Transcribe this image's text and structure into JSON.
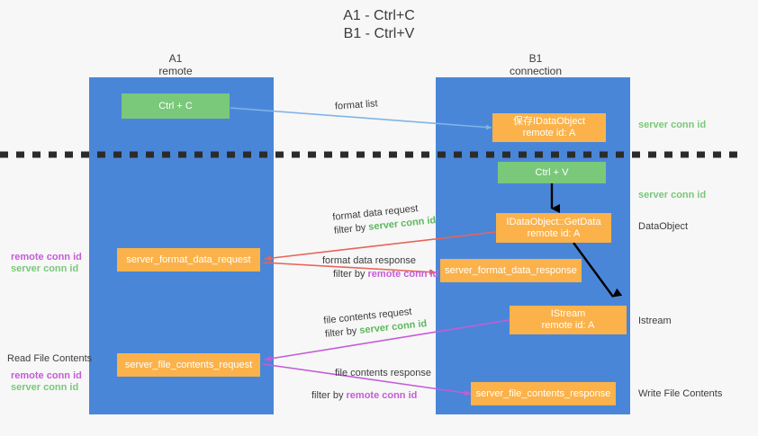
{
  "title": {
    "line1": "A1 - Ctrl+C",
    "line2": "B1 - Ctrl+V"
  },
  "columns": [
    {
      "name": "A1",
      "role": "remote"
    },
    {
      "name": "B1",
      "role": "connection"
    }
  ],
  "boxes": {
    "ctrl_c": {
      "label": "Ctrl + C"
    },
    "save_idataobject": {
      "line1": "保存IDataObject",
      "line2": "remote id: A"
    },
    "ctrl_v": {
      "label": "Ctrl + V"
    },
    "getdata": {
      "line1": "IDataObject::GetData",
      "line2": "remote id: A"
    },
    "istream": {
      "line1": "IStream",
      "line2": "remote id: A"
    },
    "server_format_data_request": {
      "label": "server_format_data_request"
    },
    "server_format_data_response": {
      "label": "server_format_data_response"
    },
    "server_file_contents_request": {
      "label": "server_file_contents_request"
    },
    "server_file_contents_response": {
      "label": "server_file_contents_response"
    }
  },
  "edges": {
    "format_list": {
      "label": "format list"
    },
    "format_data_request": {
      "line1": "format data request",
      "filter_prefix": "filter by ",
      "filter_key": "server conn id"
    },
    "format_data_response": {
      "line1": "format data response",
      "filter_prefix": "filter by ",
      "filter_key": "remote conn id"
    },
    "file_contents_request": {
      "line1": "file contents request",
      "filter_prefix": "filter by ",
      "filter_key": "server conn id"
    },
    "file_contents_response": {
      "line1": "file contents response",
      "filter_prefix": "filter by ",
      "filter_key": "remote conn id"
    }
  },
  "annotations": {
    "right": [
      {
        "text": "server conn id",
        "kind": "green"
      },
      {
        "text": "server conn id",
        "kind": "green"
      },
      {
        "text": "DataObject",
        "kind": "plain"
      },
      {
        "text": "Istream",
        "kind": "plain"
      },
      {
        "text": "Write File Contents",
        "kind": "plain"
      }
    ],
    "left": [
      {
        "text": "remote conn id",
        "kind": "purple"
      },
      {
        "text": "server conn id",
        "kind": "green"
      },
      {
        "text": "Read File Contents",
        "kind": "plain"
      },
      {
        "text": "remote conn id",
        "kind": "purple"
      },
      {
        "text": "server conn id",
        "kind": "green"
      }
    ]
  },
  "colors": {
    "lane": "#4a86d8",
    "green_box": "#7ac87a",
    "orange_box": "#fbb24a",
    "arrow_blue": "#7fb4e8",
    "arrow_red": "#e8645a",
    "arrow_magenta": "#c45cd8",
    "arrow_black": "#000000",
    "background": "#f7f7f7",
    "divider": "#2b2b2b"
  }
}
